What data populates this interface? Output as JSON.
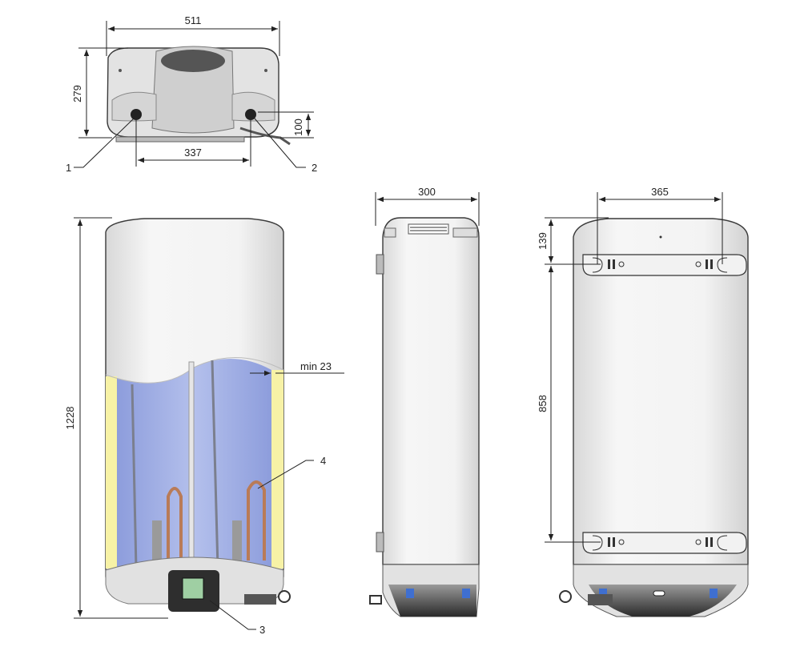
{
  "top_view": {
    "width_label": "511",
    "depth_label": "279",
    "pipe_spacing_label": "337",
    "pipe_height_label": "100",
    "callout_inlet": "1",
    "callout_outlet": "2"
  },
  "front_view": {
    "height_label": "1228",
    "insulation_label": "min  23",
    "callout_display": "3",
    "callout_heater": "4"
  },
  "side_view": {
    "depth_label": "300"
  },
  "rear_view": {
    "bracket_spacing_label": "365",
    "top_offset_label": "139",
    "bracket_distance_label": "858"
  },
  "colors": {
    "body": "#ebebeb",
    "tank": "#a9b6e6",
    "insulation": "#f7f2a6",
    "outline": "#3a3a3a",
    "dark_base": "#2e2e2e"
  }
}
